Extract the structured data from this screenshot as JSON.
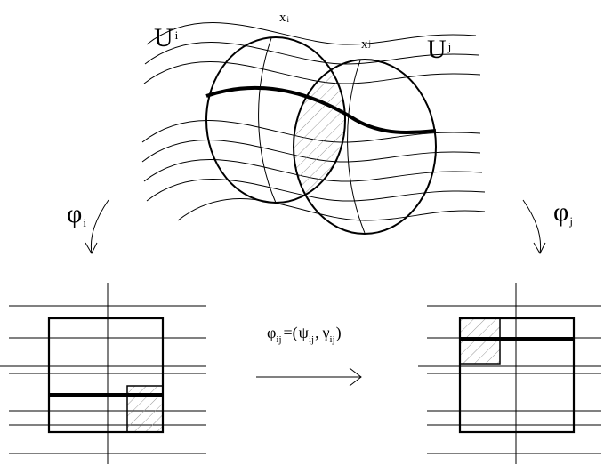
{
  "labels": {
    "U_i": {
      "base": "U",
      "sub": "i"
    },
    "U_j": {
      "base": "U",
      "sub": "j"
    },
    "x_i": {
      "base": "x",
      "sub": "i"
    },
    "x_j": {
      "base": "x",
      "sub": "j"
    },
    "phi_i": {
      "base": "φ",
      "sub": "i"
    },
    "phi_j": {
      "base": "φ",
      "sub": "j"
    },
    "transition": {
      "phi": "φ",
      "phi_sub": "ij",
      "eq": "=(",
      "psi": "ψ",
      "psi_sub": "ij",
      "comma": ",",
      "gamma": "γ",
      "gamma_sub": "ij",
      "close": ")"
    }
  },
  "colors": {
    "ink": "#000000",
    "hatch": "#9a9a9a",
    "background": "#ffffff"
  }
}
